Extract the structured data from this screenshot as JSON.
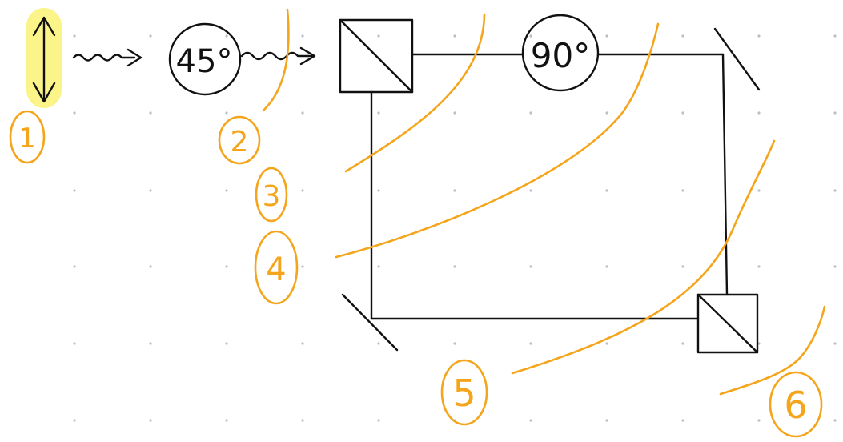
{
  "elements": {
    "waveplate_1_label": "45°",
    "waveplate_2_label": "90°"
  },
  "annotations": {
    "step_labels": [
      "1",
      "2",
      "3",
      "4",
      "5",
      "6"
    ],
    "highlight_step": "1"
  },
  "colors": {
    "ink": "#111111",
    "annotation": "#f5a51c",
    "highlight": "#fbf589",
    "grid_dot": "#b9bfc9"
  }
}
